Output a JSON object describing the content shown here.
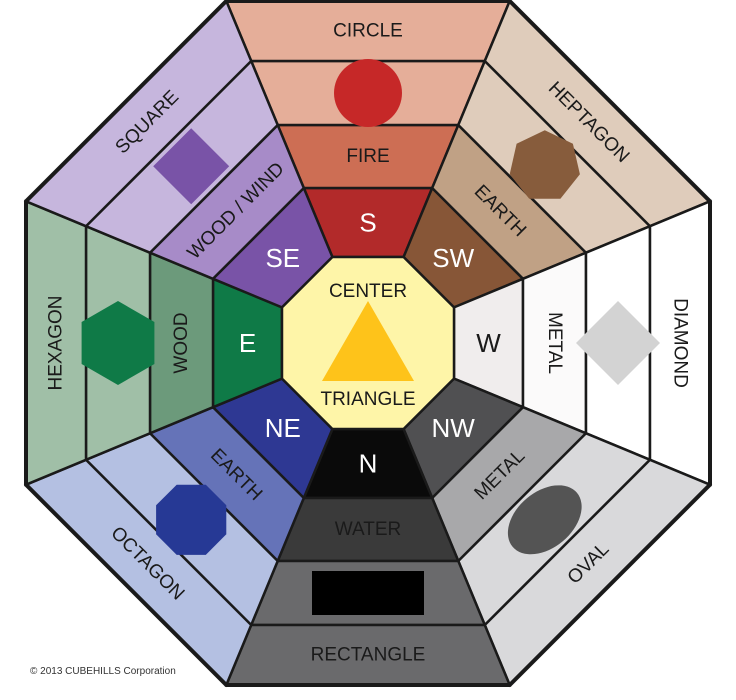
{
  "center": {
    "top_label": "CENTER",
    "bottom_label": "TRIANGLE",
    "fill": "#fef5a8",
    "shape_color": "#fec31a",
    "shape_icon": "triangle-icon"
  },
  "sectors": [
    {
      "key": "s",
      "direction": "S",
      "element": "FIRE",
      "shape": "CIRCLE",
      "shape_icon": "circle-icon",
      "inner": "#b22a2a",
      "element_band": "#cd6e54",
      "outer_band": "#e5ae99",
      "shape_color": "#c62828",
      "dir_color": "#ffffff"
    },
    {
      "key": "sw",
      "direction": "SW",
      "element": "EARTH",
      "shape": "HEPTAGON",
      "shape_icon": "heptagon-icon",
      "inner": "#875637",
      "element_band": "#c0a185",
      "outer_band": "#dfccbb",
      "shape_color": "#875c3c",
      "dir_color": "#ffffff"
    },
    {
      "key": "w",
      "direction": "W",
      "element": "METAL",
      "shape": "DIAMOND",
      "shape_icon": "diamond-icon",
      "inner": "#f0eded",
      "element_band": "#fbfafa",
      "outer_band": "#ffffff",
      "shape_color": "#d3d3d3",
      "dir_color": "#1a1a1a"
    },
    {
      "key": "nw",
      "direction": "NW",
      "element": "METAL",
      "shape": "OVAL",
      "shape_icon": "oval-icon",
      "inner": "#505052",
      "element_band": "#a8a8aa",
      "outer_band": "#d9d9db",
      "shape_color": "#545454",
      "dir_color": "#ffffff"
    },
    {
      "key": "n",
      "direction": "N",
      "element": "WATER",
      "shape": "RECTANGLE",
      "shape_icon": "rectangle-icon",
      "inner": "#0a0a0a",
      "element_band": "#3a3a3a",
      "outer_band": "#6a6a6c",
      "shape_color": "#000000",
      "dir_color": "#ffffff"
    },
    {
      "key": "ne",
      "direction": "NE",
      "element": "EARTH",
      "shape": "OCTAGON",
      "shape_icon": "octagon-icon",
      "inner": "#2e3893",
      "element_band": "#6573b8",
      "outer_band": "#b4c0e2",
      "shape_color": "#263995",
      "dir_color": "#ffffff"
    },
    {
      "key": "e",
      "direction": "E",
      "element": "WOOD",
      "shape": "HEXAGON",
      "shape_icon": "hexagon-icon",
      "inner": "#0f7a47",
      "element_band": "#6c9a7b",
      "outer_band": "#a0bfa7",
      "shape_color": "#0f7a47",
      "dir_color": "#ffffff"
    },
    {
      "key": "se",
      "direction": "SE",
      "element": "WOOD / WIND",
      "shape": "SQUARE",
      "shape_icon": "square-icon",
      "inner": "#7953a7",
      "element_band": "#a78bc8",
      "outer_band": "#c6b6dd",
      "shape_color": "#7953a7",
      "dir_color": "#ffffff"
    }
  ],
  "copyright": "© 2013 CUBEHILLS Corporation"
}
